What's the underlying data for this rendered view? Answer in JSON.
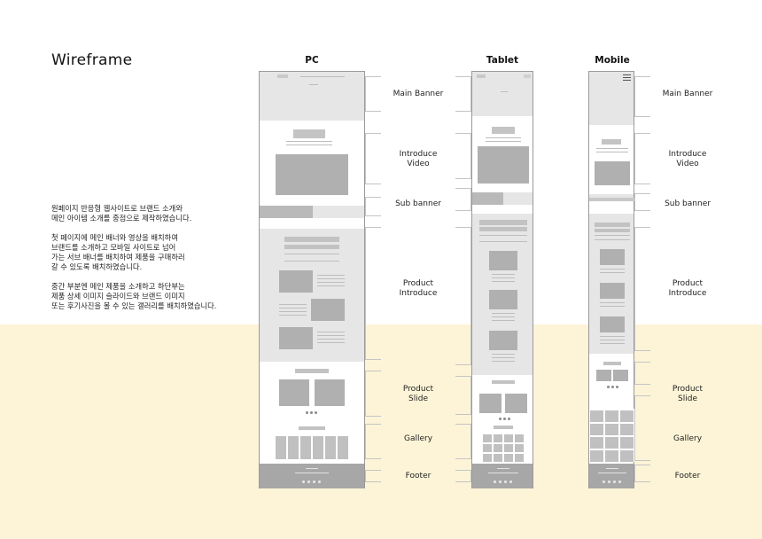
{
  "title": "Wireframe",
  "description": [
    "원페이지 반응형 웹사이트로 브랜드 소개와\n메인 아이템 소개를 중점으로 제작하였습니다.",
    "첫 페이지에 메인 배너와 영상을 배치하여\n브랜드를 소개하고 모바일 사이트로 넘어\n가는 서브 배너를 배치하여 제품을 구매하러\n갈 수 있도록 배치하였습니다.",
    "중간 부분엔 메인 제품을 소개하고 하단부는\n제품 상세 이미지 슬라이드와 브랜드 이미지\n또는 후기사진을 볼 수 있는 갤러리를 배치하였습니다."
  ],
  "columns": {
    "pc": "PC",
    "tablet": "Tablet",
    "mobile": "Mobile"
  },
  "sections": {
    "main_banner": "Main Banner",
    "introduce_video": "Introduce\nVideo",
    "sub_banner": "Sub banner",
    "product_introduce": "Product\nIntroduce",
    "product_slide": "Product\nSlide",
    "gallery": "Gallery",
    "footer": "Footer"
  },
  "colors": {
    "band": "#fdf4d7",
    "frame_border": "#9a9a9a",
    "block": "#b9b9b9"
  }
}
